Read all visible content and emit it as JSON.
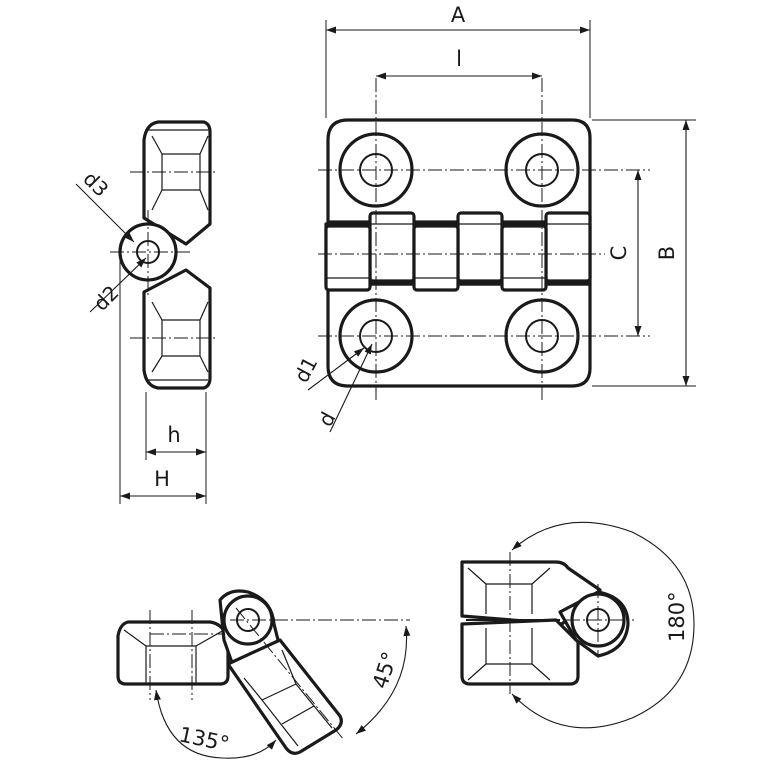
{
  "labels": {
    "A": "A",
    "l": "l",
    "B": "B",
    "C": "C",
    "d": "d",
    "d1": "d1",
    "d2": "d2",
    "d3": "d3",
    "h": "h",
    "H": "H",
    "angle_45": "45°",
    "angle_135": "135°",
    "angle_180": "180°"
  }
}
